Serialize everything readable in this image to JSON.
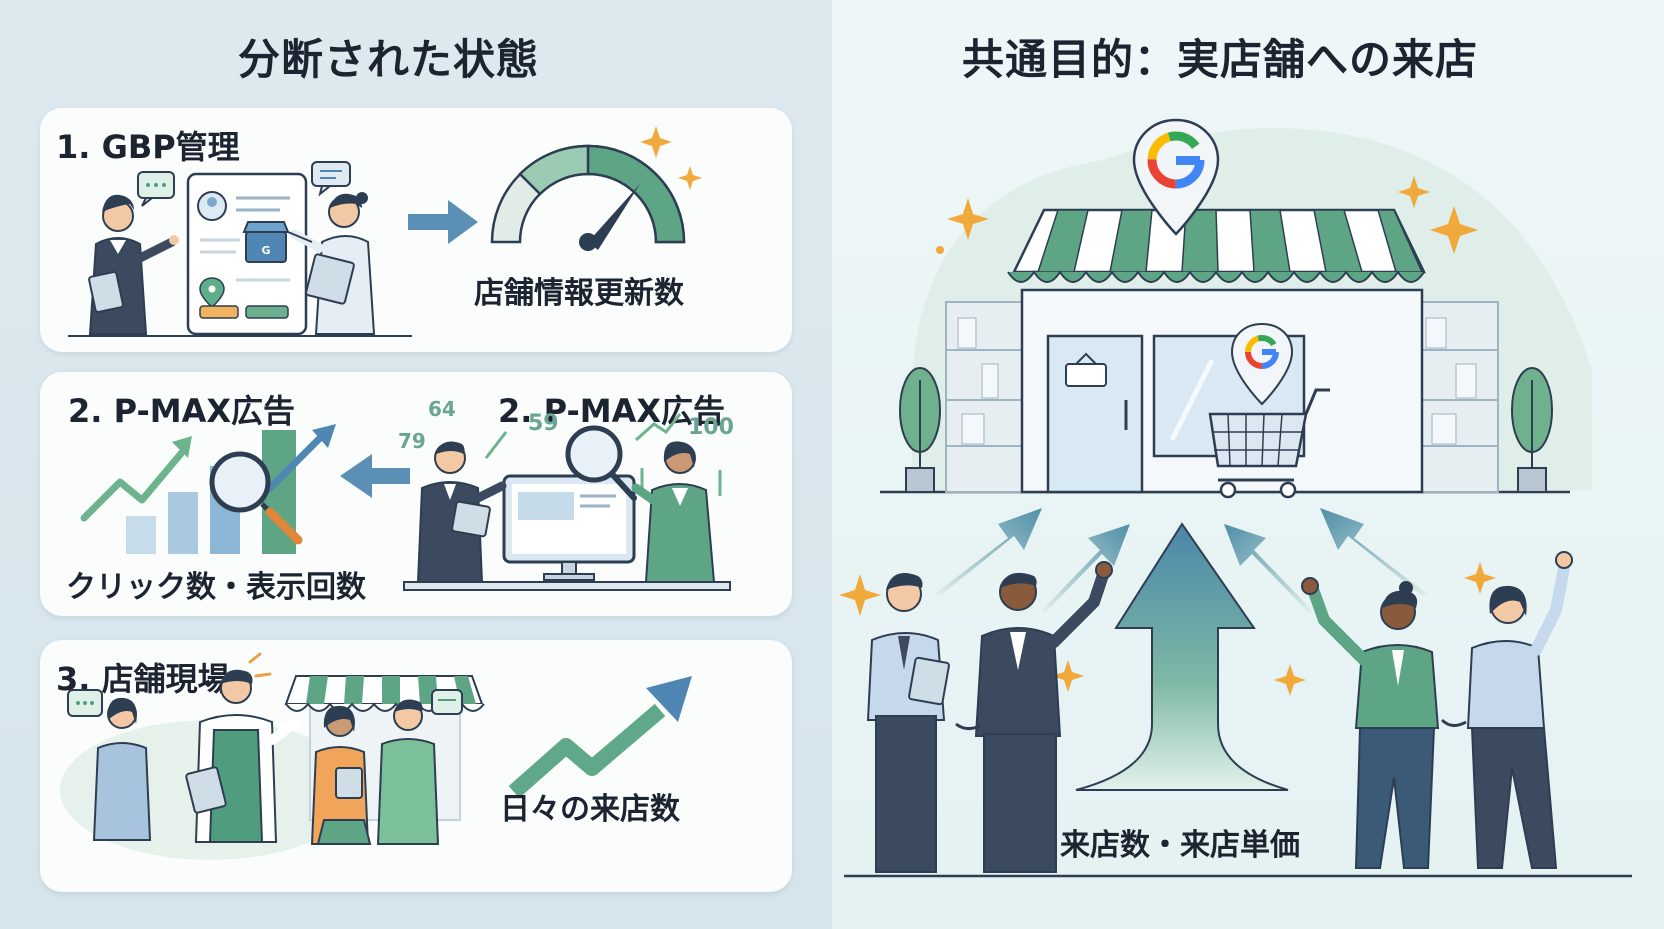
{
  "left_panel": {
    "heading": "分断された状態",
    "cards": [
      {
        "title": "1. GBP管理",
        "caption": "店舗情報更新数"
      },
      {
        "title_left": "2. P-MAX広告",
        "title_right": "2. P-MAX広告",
        "caption": "クリック数・表示回数",
        "floating_numbers": [
          "64",
          "79",
          "59",
          "100"
        ]
      },
      {
        "title": "3. 店舗現場",
        "caption": "日々の来店数"
      }
    ]
  },
  "right_panel": {
    "heading": "共通目的：実店舗への来店",
    "caption": "来店数・来店単価"
  },
  "icons": [
    "person-icon",
    "chat-bubble-icon",
    "map-pin-icon",
    "store-icon",
    "gauge-icon",
    "arrow-right-icon",
    "arrow-left-icon",
    "magnifier-icon",
    "bar-chart-icon",
    "trend-arrow-icon",
    "monitor-icon",
    "google-pin-icon",
    "shopping-cart-icon",
    "plant-icon",
    "shelf-icon",
    "sparkle-icon"
  ],
  "colors": {
    "green": "#4f9d7e",
    "blue": "#4f86b3",
    "navy": "#2e3e52",
    "orange": "#e8a24a",
    "gold": "#f0a93a"
  }
}
